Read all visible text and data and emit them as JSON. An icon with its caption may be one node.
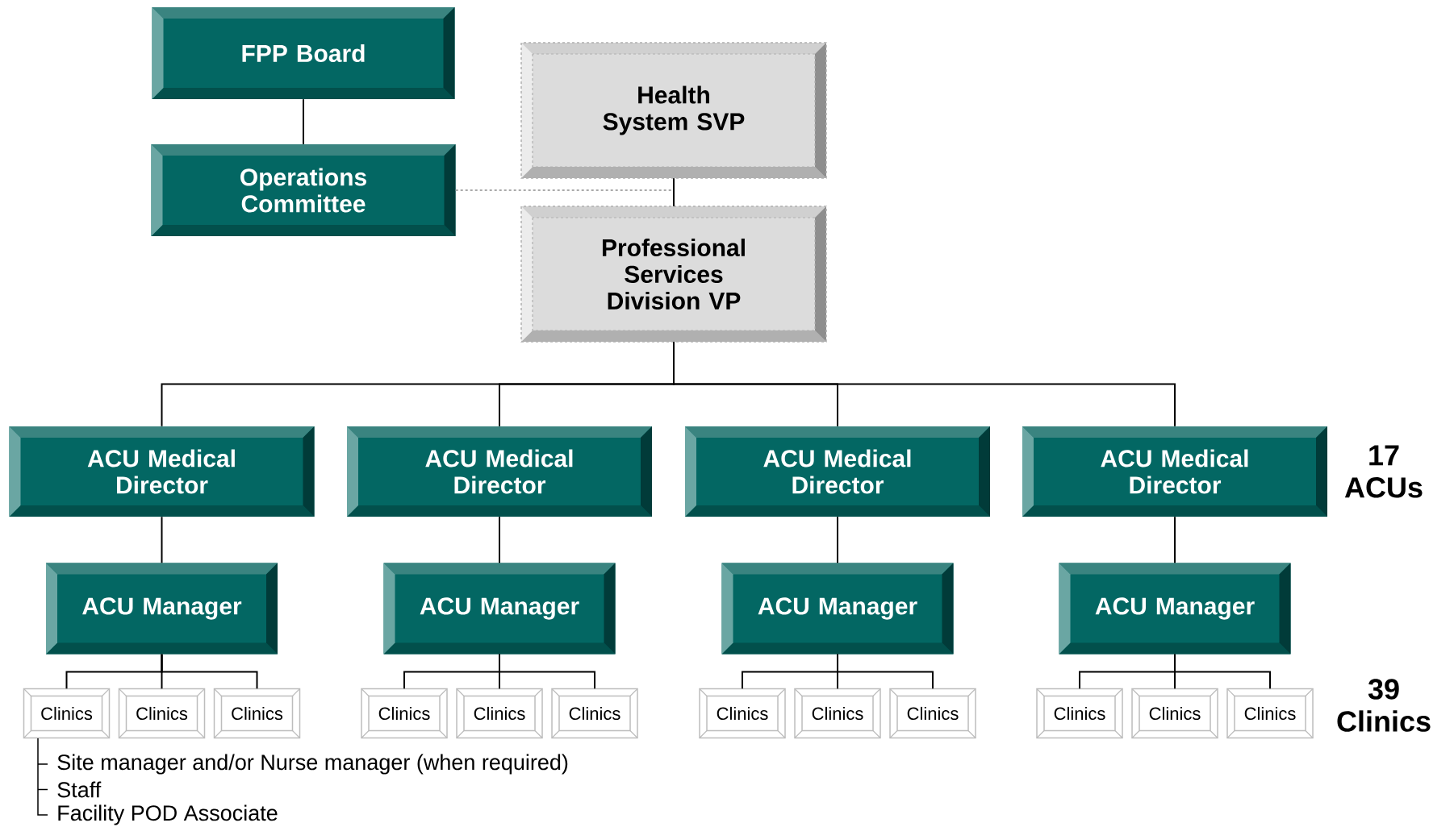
{
  "diagram": {
    "nodes": [
      {
        "text": [
          "FPP Board"
        ]
      },
      {
        "text": [
          "Operations Committee"
        ]
      },
      {
        "text": [
          "Health System SVP"
        ]
      },
      {
        "text": [
          "Professional Services Division VP"
        ]
      },
      {
        "text": [
          "ACU Medical Director"
        ]
      },
      {
        "text": [
          "ACU Medical Director"
        ]
      },
      {
        "text": [
          "ACU Medical Director"
        ]
      },
      {
        "text": [
          "ACU Medical Director"
        ]
      },
      {
        "text": [
          "ACU Manager"
        ]
      },
      {
        "text": [
          "ACU Manager"
        ]
      },
      {
        "text": [
          "ACU Manager"
        ]
      },
      {
        "text": [
          "ACU Manager"
        ]
      },
      {
        "text": [
          "Clinics"
        ]
      },
      {
        "text": [
          "Clinics"
        ]
      },
      {
        "text": [
          "Clinics"
        ]
      },
      {
        "text": [
          "Clinics"
        ]
      },
      {
        "text": [
          "Clinics"
        ]
      },
      {
        "text": [
          "Clinics"
        ]
      },
      {
        "text": [
          "Clinics"
        ]
      },
      {
        "text": [
          "Clinics"
        ]
      },
      {
        "text": [
          "Clinics"
        ]
      },
      {
        "text": [
          "Clinics"
        ]
      },
      {
        "text": [
          "Clinics"
        ]
      },
      {
        "text": [
          "Clinics"
        ]
      }
    ],
    "edges": [
      {
        "from": 0,
        "to": 1,
        "arrow": "none"
      },
      {
        "from": 1,
        "to": 3,
        "arrow": "none",
        "style": "dashed",
        "color": "#aaaaaa"
      },
      {
        "from": 2,
        "to": 3,
        "arrow": "none"
      },
      {
        "from": 3,
        "to": 4,
        "arrow": "none"
      },
      {
        "from": 3,
        "to": 5,
        "arrow": "none"
      },
      {
        "from": 3,
        "to": 6,
        "arrow": "none"
      },
      {
        "from": 3,
        "to": 7,
        "arrow": "none"
      },
      {
        "from": 4,
        "to": 8,
        "arrow": "none"
      },
      {
        "from": 5,
        "to": 9,
        "arrow": "none"
      },
      {
        "from": 6,
        "to": 10,
        "arrow": "none"
      },
      {
        "from": 7,
        "to": 11,
        "arrow": "none"
      },
      {
        "from": 8,
        "to": 12,
        "arrow": "none"
      },
      {
        "from": 8,
        "to": 13,
        "arrow": "none"
      },
      {
        "from": 8,
        "to": 14,
        "arrow": "none"
      },
      {
        "from": 9,
        "to": 15,
        "arrow": "none"
      },
      {
        "from": 9,
        "to": 16,
        "arrow": "none"
      },
      {
        "from": 9,
        "to": 17,
        "arrow": "none"
      },
      {
        "from": 10,
        "to": 18,
        "arrow": "none"
      },
      {
        "from": 10,
        "to": 19,
        "arrow": "none"
      },
      {
        "from": 10,
        "to": 20,
        "arrow": "none"
      },
      {
        "from": 11,
        "to": 21,
        "arrow": "none"
      },
      {
        "from": 11,
        "to": 22,
        "arrow": "none"
      },
      {
        "from": 11,
        "to": 23,
        "arrow": "none"
      }
    ],
    "labels": [
      "17 ACUs",
      "39 Clinics",
      "Site manager and/or Nurse manager (when required)",
      "Staff",
      "Facility POD Associate"
    ]
  }
}
